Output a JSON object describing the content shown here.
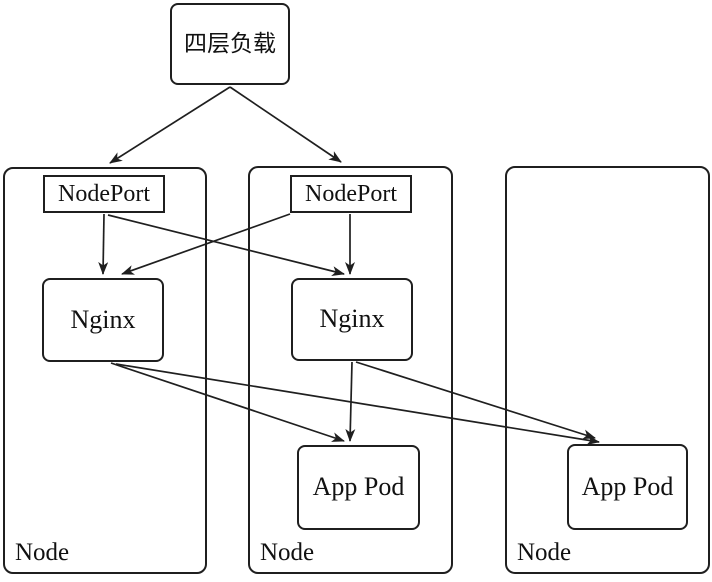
{
  "colors": {
    "background": "#ffffff",
    "line": "#1f1f1f",
    "box_fill": "#ffffff",
    "text": "#111111"
  },
  "load_balancer": {
    "label": "四层负载"
  },
  "nodes": [
    {
      "label": "Node",
      "nodeport_label": "NodePort",
      "nginx_label": "Nginx"
    },
    {
      "label": "Node",
      "nodeport_label": "NodePort",
      "nginx_label": "Nginx",
      "app_pod_label": "App Pod"
    },
    {
      "label": "Node",
      "app_pod_label": "App Pod"
    }
  ],
  "edges": [
    {
      "from": "load-balancer",
      "to": "node1-nodeport"
    },
    {
      "from": "load-balancer",
      "to": "node2-nodeport"
    },
    {
      "from": "node1-nodeport",
      "to": "node1-nginx"
    },
    {
      "from": "node1-nodeport",
      "to": "node2-nginx"
    },
    {
      "from": "node2-nodeport",
      "to": "node1-nginx"
    },
    {
      "from": "node2-nodeport",
      "to": "node2-nginx"
    },
    {
      "from": "node1-nginx",
      "to": "node2-app-pod"
    },
    {
      "from": "node1-nginx",
      "to": "node3-app-pod"
    },
    {
      "from": "node2-nginx",
      "to": "node2-app-pod"
    },
    {
      "from": "node2-nginx",
      "to": "node3-app-pod"
    }
  ]
}
